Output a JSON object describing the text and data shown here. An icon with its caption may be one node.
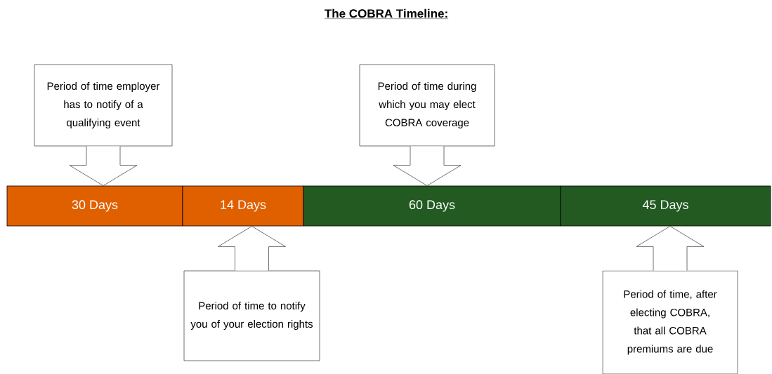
{
  "diagram": {
    "title": "The COBRA Timeline:",
    "nodes": [
      {
        "text": [
          "Period of time employer has to notify of a qualifying event"
        ]
      },
      {
        "text": [
          "Period of time during which you may elect COBRA coverage"
        ]
      },
      {
        "text": [
          "30 Days"
        ]
      },
      {
        "text": [
          "14 Days"
        ]
      },
      {
        "text": [
          "60 Days"
        ]
      },
      {
        "text": [
          "45 Days"
        ]
      },
      {
        "text": [
          "Period of time to notify you of your election rights"
        ]
      },
      {
        "text": [
          "Period of time, after electing COBRA, that all COBRA premiums are due"
        ]
      }
    ],
    "edges": [
      {
        "from": 0,
        "to": 2,
        "arrow": "to"
      },
      {
        "from": 1,
        "to": 4,
        "arrow": "to"
      },
      {
        "from": 6,
        "to": 3,
        "arrow": "to"
      },
      {
        "from": 7,
        "to": 5,
        "arrow": "to"
      }
    ]
  }
}
